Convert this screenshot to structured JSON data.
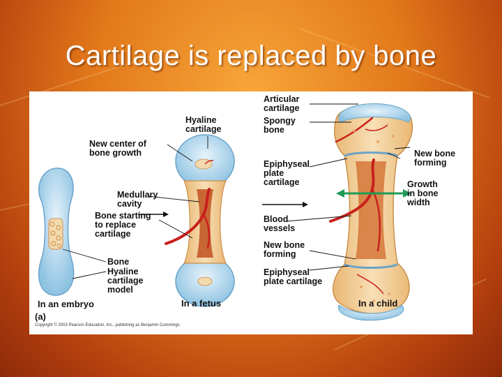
{
  "slide": {
    "title": "Cartilage is replaced by bone",
    "background_colors": [
      "#f7a63a",
      "#e2781a",
      "#b4400e"
    ]
  },
  "figure": {
    "panel_letter": "(a)",
    "copyright": "Copyright © 2003 Pearson Education, Inc., publishing as Benjamin Cummings.",
    "colors": {
      "cartilage": "#b9dcef",
      "bone": "#f2d3a4",
      "vessel": "#c8201c",
      "arrow": "#1f9a57"
    },
    "labels": {
      "articular_cartilage": "Articular\ncartilage",
      "spongy_bone": "Spongy\nbone",
      "hyaline_cartilage": "Hyaline\ncartilage",
      "new_center": "New center of\nbone growth",
      "epiphyseal_plate_cartilage": "Epiphyseal\nplate\ncartilage",
      "new_bone_forming_top": "New bone\nforming",
      "growth_in_width": "Growth\nin bone\nwidth",
      "medullary_cavity": "Medullary\ncavity",
      "bone_starting": "Bone starting\nto replace\ncartilage",
      "blood_vessels": "Blood\nvessels",
      "new_bone_forming_mid": "New bone\nforming",
      "bone": "Bone",
      "hyaline_cartilage_model": "Hyaline\ncartilage\nmodel",
      "epiphyseal_plate_cartilage_bottom": "Epiphyseal\nplate cartilage"
    },
    "stages": {
      "embryo": "In an embryo",
      "fetus": "In a fetus",
      "child": "In a child"
    }
  }
}
